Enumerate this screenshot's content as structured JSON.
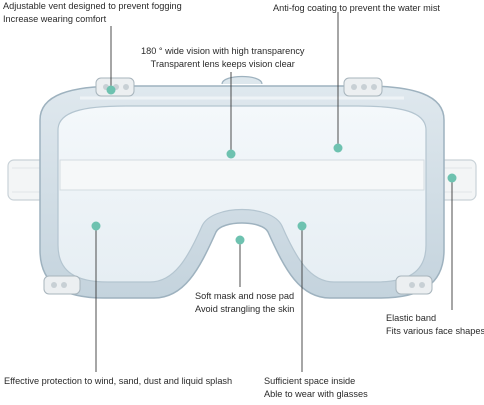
{
  "callouts": {
    "vent": {
      "line1": "Adjustable vent designed to prevent fogging",
      "line2": "Increase wearing comfort"
    },
    "antifog": {
      "line1": "Anti-fog coating to prevent the water mist"
    },
    "vision": {
      "line1": "180 ° wide vision with high transparency",
      "line2": "Transparent lens keeps vision clear"
    },
    "mask": {
      "line1": "Soft mask and nose pad",
      "line2": "Avoid strangling the skin"
    },
    "elastic": {
      "line1": "Elastic band",
      "line2": "Fits various face shapes"
    },
    "protection": {
      "line1": "Effective protection to wind, sand, dust and liquid splash"
    },
    "space": {
      "line1": "Sufficient space inside",
      "line2": "Able to wear with glasses"
    }
  },
  "colors": {
    "marker": "#6ec2b0",
    "leader": "#3a3a3a",
    "frame": "#cfdbe3",
    "frame_edge": "#9eb2bf",
    "band": "#f3f5f6"
  }
}
